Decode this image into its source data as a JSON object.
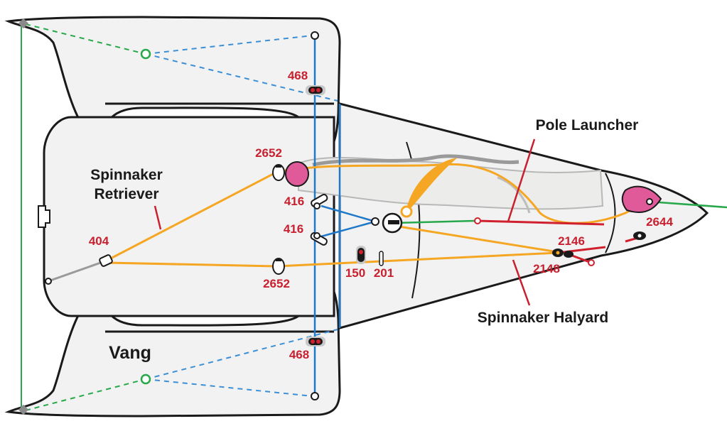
{
  "colors": {
    "hull": "#f2f2f2",
    "outline": "#1a1a1a",
    "spinnaker_line": "#f5a623",
    "pole_line": "#d0202e",
    "blue_line": "#1f78c8",
    "dashed_green": "#27a84a",
    "dashed_blue": "#3a8fd6",
    "green_line": "#27a84a",
    "gray_line": "#9a9a9a",
    "pink_block": "#e05a9a",
    "label_red": "#c8202f",
    "label_dark": "#1a1a1a"
  },
  "labels": {
    "spinnaker_retriever_line1": "Spinnaker",
    "spinnaker_retriever_line2": "Retriever",
    "pole_launcher": "Pole Launcher",
    "spinnaker_halyard": "Spinnaker Halyard",
    "vang": "Vang"
  },
  "part_numbers": {
    "p468_top": "468",
    "p468_bottom": "468",
    "p2652_top": "2652",
    "p2652_bottom": "2652",
    "p416_top": "416",
    "p416_bottom": "416",
    "p404": "404",
    "p150": "150",
    "p201": "201",
    "p2146": "2146",
    "p2148": "2148",
    "p2644": "2644"
  }
}
